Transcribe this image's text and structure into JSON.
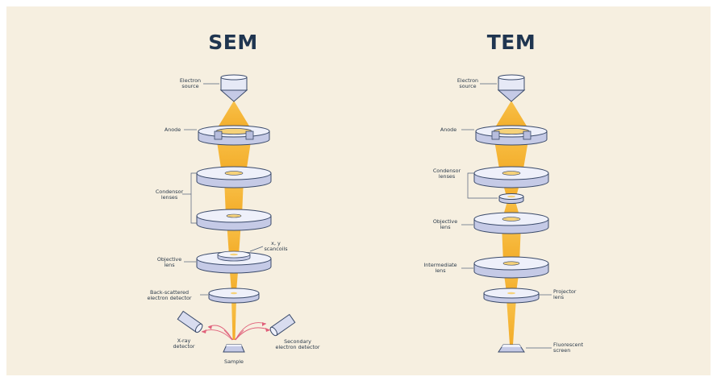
{
  "sem": {
    "title": "SEM",
    "labels": {
      "electron_source_1": "Electron",
      "electron_source_2": "source",
      "anode": "Anode",
      "condensor_1": "Condensor",
      "condensor_2": "lenses",
      "scancoils_1": "x, y",
      "scancoils_2": "scancoils",
      "objective_1": "Objective",
      "objective_2": "lens",
      "backscatter_1": "Back-scattered",
      "backscatter_2": "electron detector",
      "xray_1": "X-ray",
      "xray_2": "detector",
      "secondary_1": "Secondary",
      "secondary_2": "electron detector",
      "sample": "Sample"
    }
  },
  "tem": {
    "title": "TEM",
    "labels": {
      "electron_source_1": "Electron",
      "electron_source_2": "source",
      "anode": "Anode",
      "condensor_1": "Condensor",
      "condensor_2": "lenses",
      "objective_1": "Objective",
      "objective_2": "lens",
      "intermediate_1": "Intermediate",
      "intermediate_2": "lens",
      "projector_1": "Projector",
      "projector_2": "lens",
      "screen_1": "Fluorescent",
      "screen_2": "screen"
    }
  },
  "colors": {
    "background": "#f6efe0",
    "beam": "#f5b534",
    "lens_top": "#eef0fa",
    "lens_side": "#c5cae6",
    "outline": "#3a4a6a",
    "leader": "#50607a",
    "xray_arrow": "#e0607a"
  }
}
